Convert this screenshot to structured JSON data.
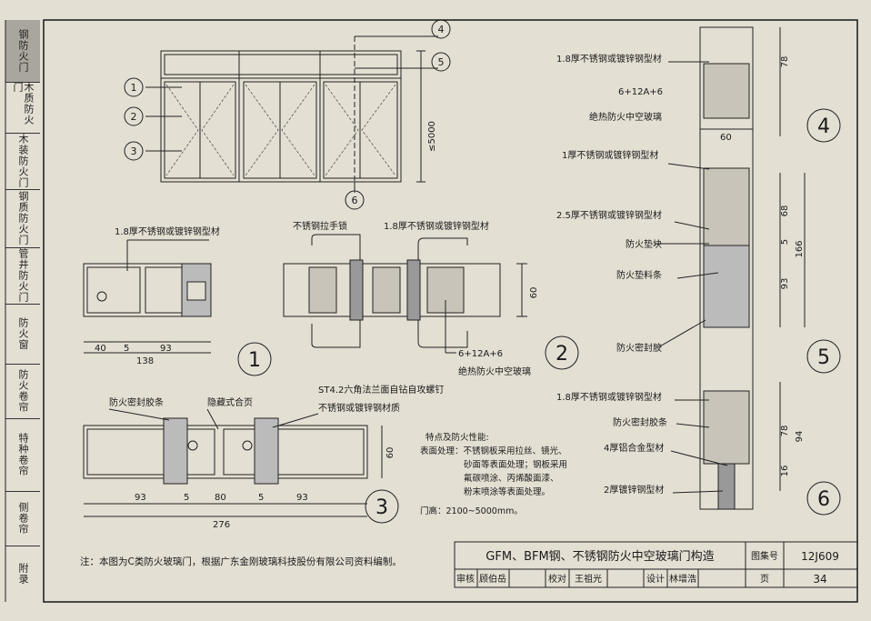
{
  "sidebar": {
    "items": [
      "钢防火门",
      "木质防火门",
      "木装防火门",
      "钢质防火门",
      "管井防火门",
      "防火窗",
      "防火卷帘",
      "特种卷帘",
      "侧卷帘",
      "附录"
    ]
  },
  "callouts": {
    "c1": "1",
    "c2": "2",
    "c3": "3",
    "c4": "4",
    "c5": "5",
    "c6": "6"
  },
  "elevation": {
    "height_dim": "≤5000"
  },
  "detail1": {
    "label": "1.8厚不锈钢或镀锌钢型材",
    "dim_a": "40",
    "dim_b": "5",
    "dim_c": "93",
    "dim_total": "138"
  },
  "detail2": {
    "label_lock": "不锈钢拉手锁",
    "label_profile": "1.8厚不锈钢或镀锌钢型材",
    "dim_depth": "60",
    "glass_spec": "6+12A+6",
    "glass_name": "绝热防火中空玻璃"
  },
  "detail3": {
    "label_seal": "防火密封胶条",
    "label_hinge": "隐藏式合页",
    "label_screw": "ST4.2六角法兰面自钻自攻螺钉",
    "label_material": "不锈钢或镀锌钢材质",
    "dim_depth": "60",
    "dim_a": "93",
    "dim_b": "5",
    "dim_c": "80",
    "dim_d": "5",
    "dim_e": "93",
    "dim_total": "276"
  },
  "features": {
    "title": "特点及防火性能:",
    "lines": [
      "表面处理：不锈钢板采用拉丝、镜光、",
      "砂面等表面处理；钢板采用",
      "氟碳喷涂、丙烯酸面漆、",
      "粉末喷涂等表面处理。",
      "门高：2100~5000mm。"
    ]
  },
  "section456": {
    "label_top_profile": "1.8厚不锈钢或镀锌钢型材",
    "glass_spec": "6+12A+6",
    "glass_name": "绝热防火中空玻璃",
    "label_profile_1": "1厚不锈钢或镀锌钢型材",
    "label_profile_25": "2.5厚不锈钢或镀锌钢型材",
    "label_block": "防火垫块",
    "label_strip": "防火垫料条",
    "label_sealant": "防火密封胶",
    "label_profile_18b": "1.8厚不锈钢或镀锌钢型材",
    "label_seal_strip": "防火密封胶条",
    "label_alu": "4厚铝合金型材",
    "label_galv": "2厚镀锌钢型材",
    "dim_78a": "78",
    "dim_60": "60",
    "dim_68": "68",
    "dim_5": "5",
    "dim_166": "166",
    "dim_93": "93",
    "dim_78b": "78",
    "dim_94": "94",
    "dim_16": "16"
  },
  "note": "注：本图为C类防火玻璃门，根据广东金刚玻璃科技股份有限公司资料编制。",
  "titleblock": {
    "title": "GFM、BFM钢、不锈钢防火中空玻璃门构造",
    "atlas_label": "图集号",
    "atlas_no": "12J609",
    "review_label": "审核",
    "reviewer": "顾伯岳",
    "check_label": "校对",
    "checker": "王祖光",
    "design_label": "设计",
    "designer": "林增浩",
    "page_label": "页",
    "page_no": "34"
  }
}
